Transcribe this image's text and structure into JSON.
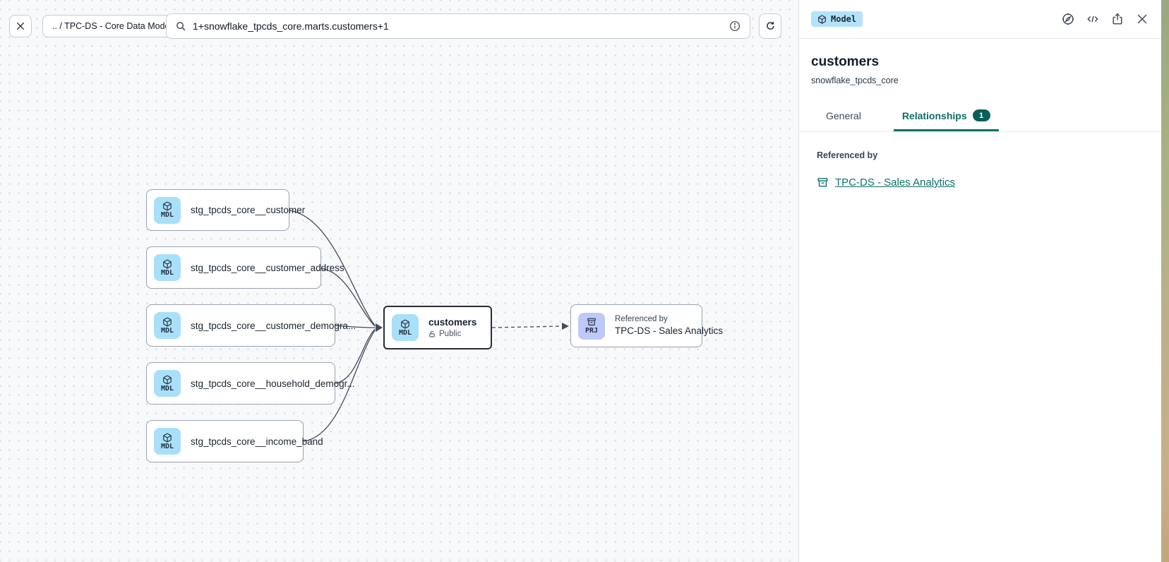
{
  "toolbar": {
    "breadcrumb": ".. / TPC-DS - Core Data Models",
    "search_value": "1+snowflake_tpcds_core.marts.customers+1"
  },
  "panel": {
    "type_badge": "Model",
    "title": "customers",
    "subtitle": "snowflake_tpcds_core",
    "tabs": {
      "general": "General",
      "relationships": "Relationships",
      "relationships_count": "1"
    },
    "referenced_by_heading": "Referenced by",
    "referenced_by_link": "TPC-DS - Sales Analytics"
  },
  "diagram": {
    "upstream_nodes": [
      {
        "badge": "MDL",
        "label": "stg_tpcds_core__customer"
      },
      {
        "badge": "MDL",
        "label": "stg_tpcds_core__customer_address"
      },
      {
        "badge": "MDL",
        "label": "stg_tpcds_core__customer_demogra..."
      },
      {
        "badge": "MDL",
        "label": "stg_tpcds_core__household_demogr..."
      },
      {
        "badge": "MDL",
        "label": "stg_tpcds_core__income_band"
      }
    ],
    "selected_node": {
      "badge": "MDL",
      "label": "customers",
      "visibility": "Public"
    },
    "referenced_node": {
      "badge": "PRJ",
      "kicker": "Referenced by",
      "label": "TPC-DS - Sales Analytics"
    }
  },
  "colors": {
    "accent_teal": "#0c7168",
    "model_badge_bg": "#b4e2fa",
    "mdl_icon_bg": "#a9e0f9",
    "prj_icon_bg": "#bdc8fb",
    "canvas_bg": "#f8f9fb"
  }
}
